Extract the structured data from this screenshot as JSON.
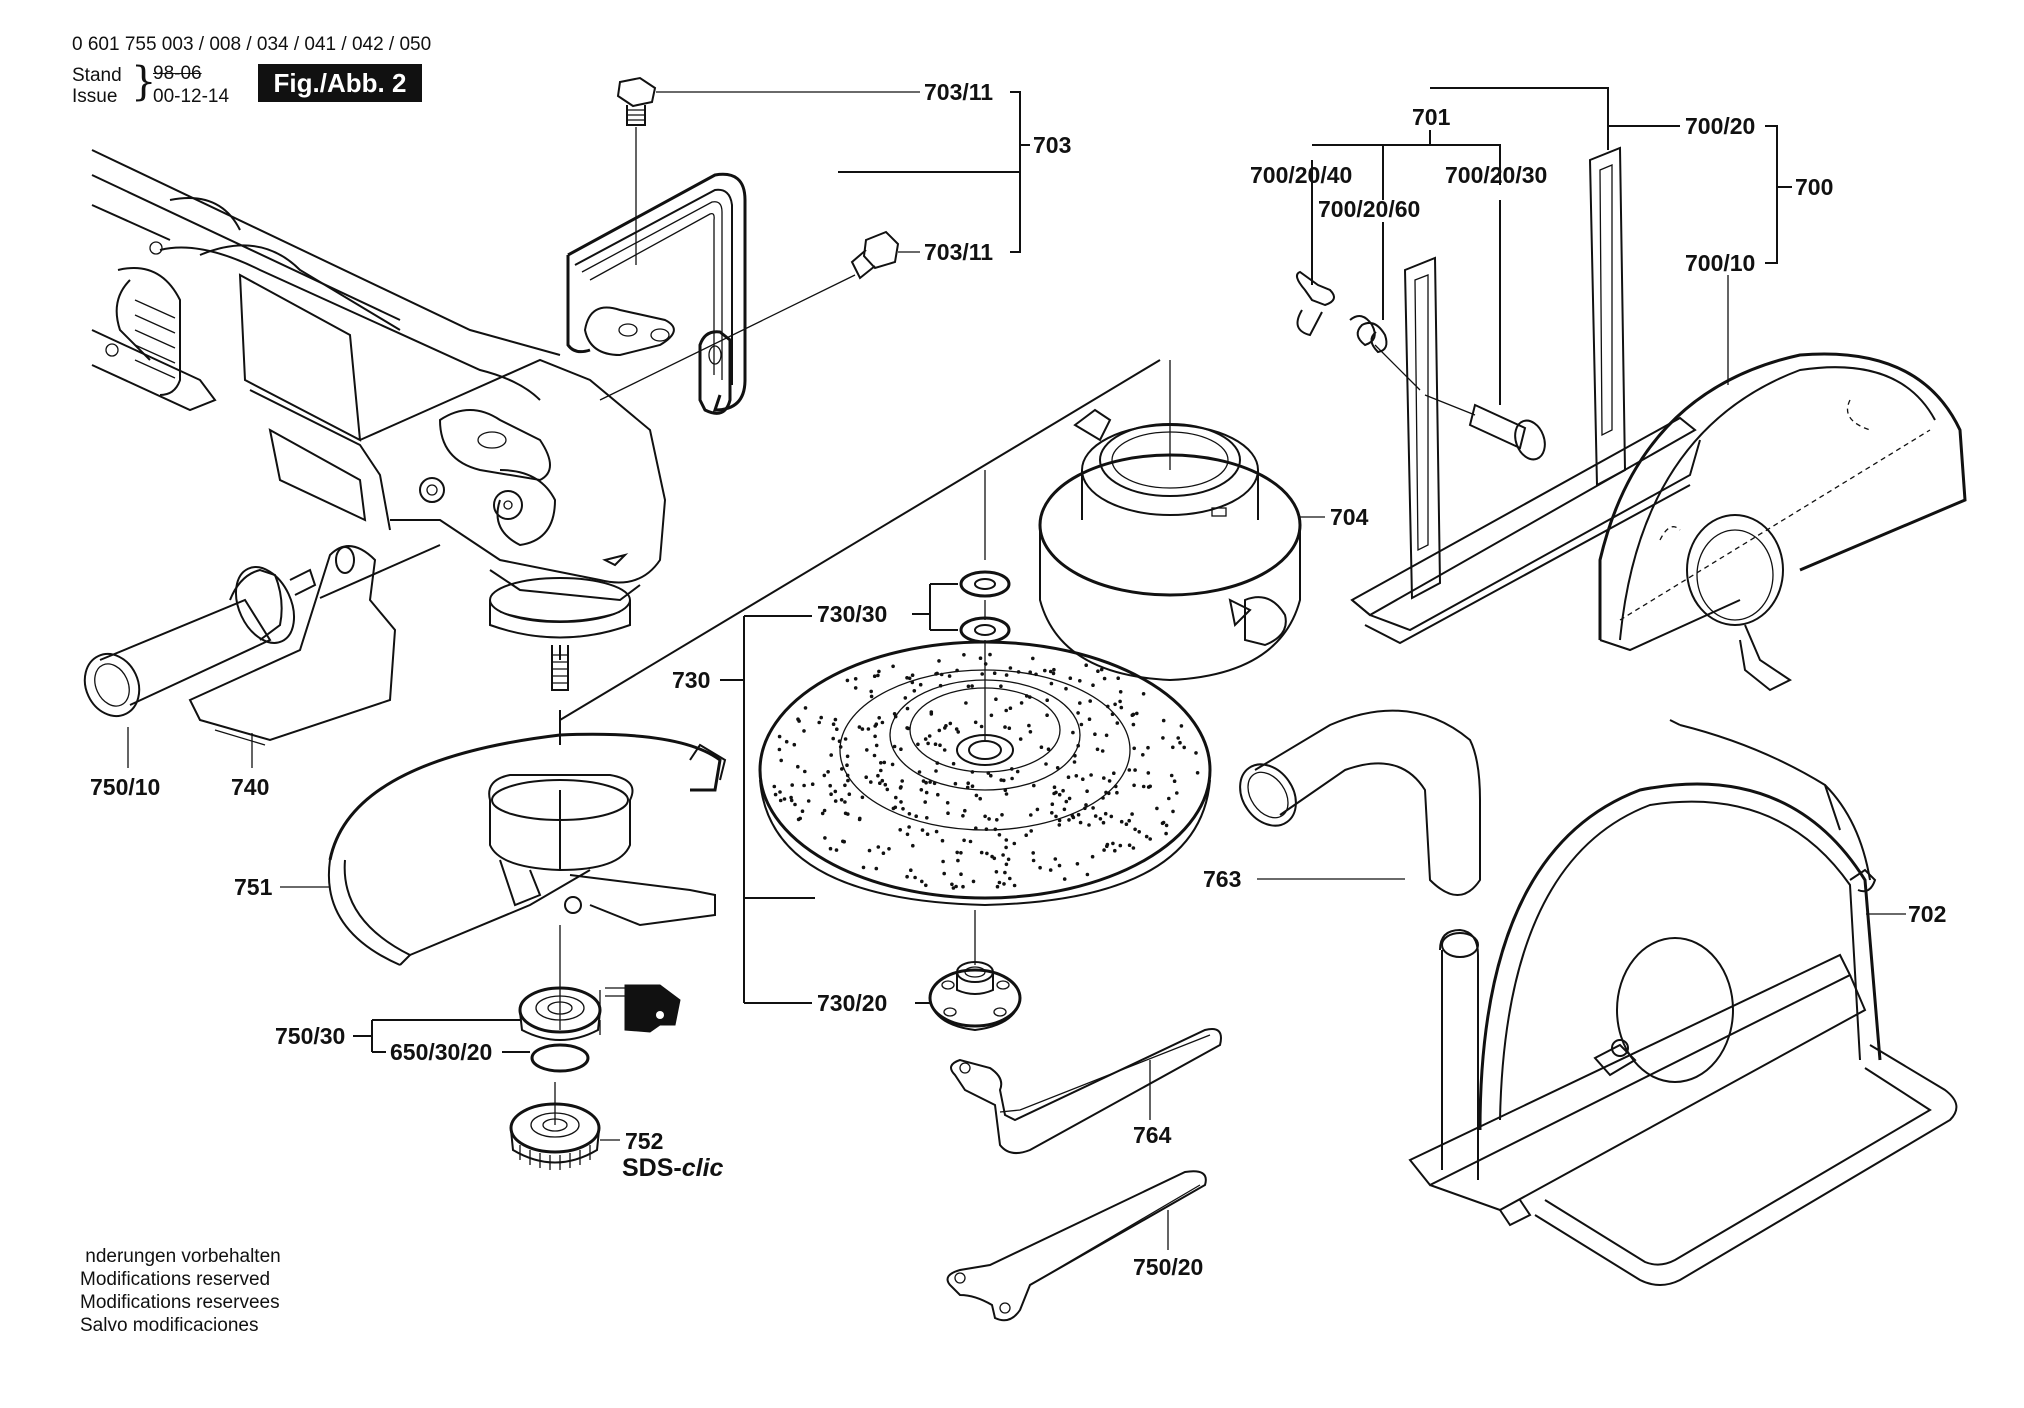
{
  "header": {
    "model_numbers": "0 601 755 003 / 008 / 034 / 041 / 042 / 050",
    "stand_label": "Stand",
    "issue_label": "Issue",
    "old_date": "98-06",
    "issue_date": "00-12-14",
    "figure_label": "Fig./Abb. 2"
  },
  "parts": {
    "p703_11_top": "703/11",
    "p703": "703",
    "p703_11_bottom": "703/11",
    "p701": "701",
    "p700_20": "700/20",
    "p700_20_40": "700/20/40",
    "p700_20_60": "700/20/60",
    "p700_20_30": "700/20/30",
    "p700": "700",
    "p700_10": "700/10",
    "p704": "704",
    "p730_30": "730/30",
    "p730": "730",
    "p730_20": "730/20",
    "p750_10": "750/10",
    "p740": "740",
    "p751": "751",
    "p763": "763",
    "p702": "702",
    "p750_30": "750/30",
    "p650_30_20": "650/30/20",
    "p752": "752",
    "p764": "764",
    "p750_20": "750/20"
  },
  "sds_clic": {
    "prefix": "SDS-",
    "suffix": "clic"
  },
  "footer": {
    "line_de": " nderungen vorbehalten",
    "line_en": "Modifications reserved",
    "line_fr": "Modifications reservees",
    "line_es": "Salvo modificaciones"
  }
}
